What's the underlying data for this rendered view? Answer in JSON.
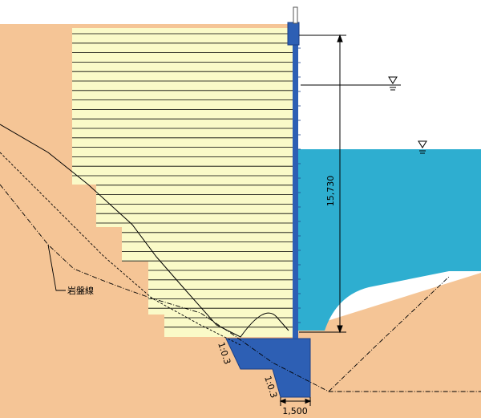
{
  "labels": {
    "bedrock_line": "岩盤線",
    "height_dim": "15,730",
    "base_width_dim": "1,500",
    "slope_upper": "1:0.3",
    "slope_lower": "1:0.3"
  },
  "colors": {
    "ground": "#f5c596",
    "backfill": "#fafac8",
    "concrete": "#2d5fb4",
    "water": "#2eaed0",
    "line": "#000000",
    "background": "#ffffff"
  },
  "icons": {
    "water_level_marker": "inverted-triangle-water-level-icon"
  }
}
